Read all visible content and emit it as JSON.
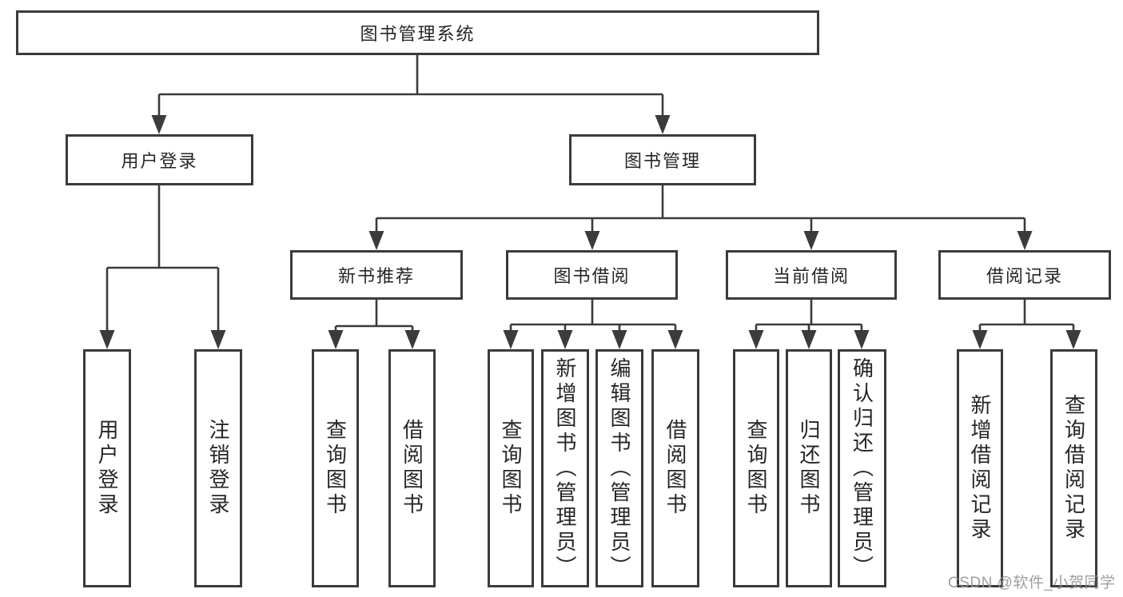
{
  "colors": {
    "line": "#3b3b3b",
    "box_border": "#3b3b3b",
    "text": "#262626",
    "background": "#ffffff",
    "watermark": "#969696"
  },
  "watermark": {
    "text": "CSDN @软件_小贺同学"
  },
  "tree": {
    "root": {
      "label": "图书管理系统"
    },
    "branches": [
      {
        "label": "用户登录",
        "children": [
          "用户登录",
          "注销登录"
        ]
      },
      {
        "label": "图书管理",
        "sections": [
          {
            "label": "新书推荐",
            "children": [
              "查询图书",
              "借阅图书"
            ]
          },
          {
            "label": "图书借阅",
            "children": [
              "查询图书",
              "新增图书（管理员）",
              "编辑图书（管理员）",
              "借阅图书"
            ]
          },
          {
            "label": "当前借阅",
            "children": [
              "查询图书",
              "归还图书",
              "确认归还（管理员）"
            ]
          },
          {
            "label": "借阅记录",
            "children": [
              "新增借阅记录",
              "查询借阅记录"
            ]
          }
        ]
      }
    ]
  }
}
